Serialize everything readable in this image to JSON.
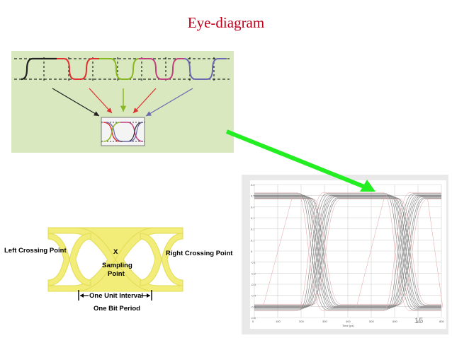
{
  "title": "Eye-diagram",
  "labels": {
    "left_crossing": "Left Crossing Point",
    "right_crossing": "Right Crossing Point",
    "x_mark": "X",
    "sampling": "Sampling",
    "point": "Point",
    "unit_interval": "One Unit Interval",
    "bit_period": "One Bit Period"
  },
  "scope": {
    "y_ticks": [
      "0.6",
      "0.5",
      "0.4",
      "0.3",
      "0.2",
      "0.1",
      "0",
      "-0.1",
      "-0.2",
      "-0.3",
      "-0.4",
      "-0.5",
      "-0.6"
    ],
    "x_ticks": [
      "0",
      "100",
      "200",
      "300",
      "400",
      "500",
      "600",
      "700",
      "800"
    ],
    "x_label": "Time (ps)"
  },
  "page_number": "15",
  "colors": {
    "title": "#c0001a",
    "panel_bg": "#d9e8bf",
    "eye_fill": "#f2ec78",
    "arrow": "#22ee22"
  }
}
